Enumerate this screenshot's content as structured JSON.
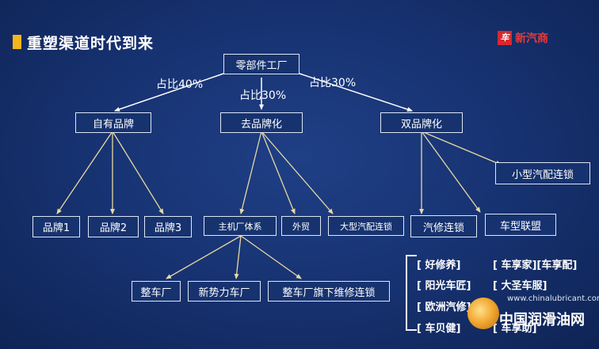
{
  "header": {
    "title": "重塑渠道时代到来"
  },
  "logo": {
    "mark": "车",
    "text": "新汽商"
  },
  "root": "零部件工厂",
  "shares": {
    "left": "占比40%",
    "middle": "占比30%",
    "right": "占比30%"
  },
  "level1": [
    "自有品牌",
    "去品牌化",
    "双品牌化"
  ],
  "level2": {
    "own": [
      "品牌1",
      "品牌2",
      "品牌3"
    ],
    "debrand": [
      "主机厂体系",
      "外贸",
      "大型汽配连锁"
    ],
    "dual": [
      "汽修连锁",
      "车型联盟",
      "小型汽配连锁"
    ]
  },
  "level3": [
    "整车厂",
    "新势力车厂",
    "整车厂旗下维修连锁"
  ],
  "brands": [
    "[ 好修养]",
    "[ 车享家][车享配]",
    "[ 阳光车匠]",
    "[ 大圣车服]",
    "[ 欧洲汽修]",
    "[ 车贝健]",
    "[ 车享助]"
  ],
  "watermark": {
    "url": "www.chinalubricant.com",
    "name": "中国润滑油网"
  },
  "colors": {
    "background": "#17336f",
    "arrow": "#e8d9a0",
    "accent": "#f2b61c"
  }
}
